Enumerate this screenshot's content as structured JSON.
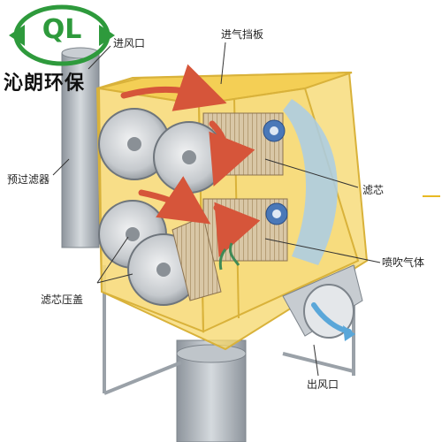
{
  "brand": {
    "logo_letters": "QL",
    "name": "沁朗环保",
    "color": "#2e9a3c"
  },
  "labels": {
    "inlet": "进风口",
    "inlet_baffle": "进气挡板",
    "pre_filter": "预过滤器",
    "filter_core": "滤芯",
    "pulse_gas": "喷吹气体",
    "filter_cover": "滤芯压盖",
    "outlet": "出风口"
  },
  "colors": {
    "housing_yellow": "#f6d76a",
    "housing_edge": "#d9b23a",
    "steel": "#b8bec6",
    "arrow_red": "#d6553a",
    "arrow_blue": "#5aa7d9"
  }
}
